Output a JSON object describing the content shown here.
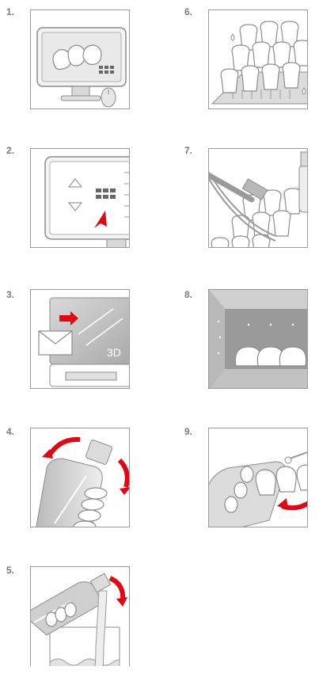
{
  "steps": [
    {
      "number": "1.",
      "subject": "monitor-scan-design"
    },
    {
      "number": "2.",
      "subject": "monitor-software-ui"
    },
    {
      "number": "3.",
      "subject": "printer-3d"
    },
    {
      "number": "4.",
      "subject": "bottle-shake"
    },
    {
      "number": "5.",
      "subject": "bottle-pour"
    },
    {
      "number": "6.",
      "subject": "printed-crowns-on-platform"
    },
    {
      "number": "7.",
      "subject": "brush-and-spray-cleaning"
    },
    {
      "number": "8.",
      "subject": "curing-unit"
    },
    {
      "number": "9.",
      "subject": "finishing-crown"
    }
  ],
  "printer_label": "3D",
  "colors": {
    "line": "#8c8c8c",
    "fill_light": "#f2f2f2",
    "fill_mid": "#c8c8c8",
    "accent": "#e30613"
  }
}
